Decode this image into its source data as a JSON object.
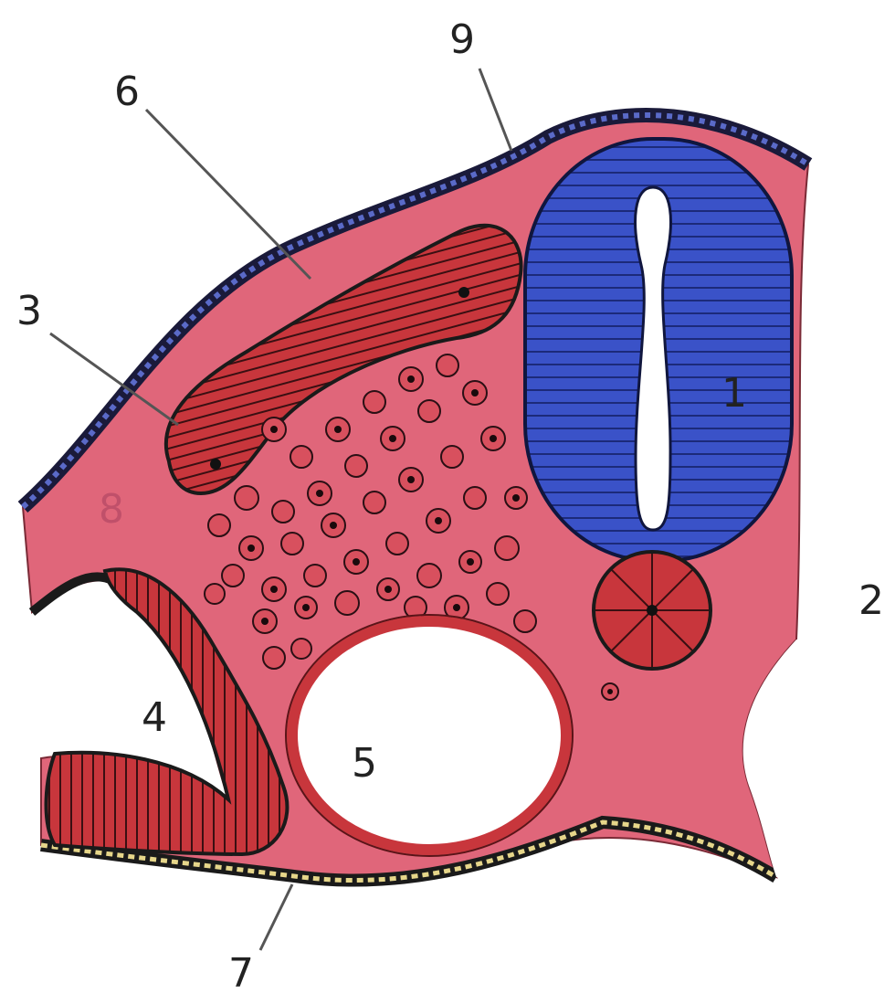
{
  "labels": {
    "l1": "1",
    "l2": "2",
    "l3": "3",
    "l4": "4",
    "l5": "5",
    "l6": "6",
    "l7": "7",
    "l8": "8",
    "l9": "9"
  },
  "colors": {
    "mesenchyme": "#e0667a",
    "neural_tube": "#3a52c8",
    "somite": "#c8363c",
    "ectoderm": "#2a2a6e",
    "endoderm": "#d8c87a",
    "outline": "#1a1a1a"
  }
}
